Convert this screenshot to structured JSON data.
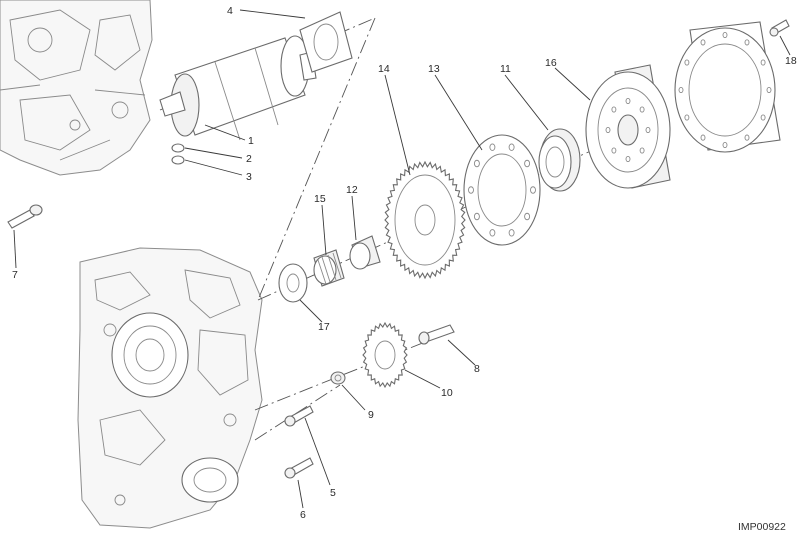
{
  "callouts": {
    "c1": "1",
    "c2": "2",
    "c3": "3",
    "c4": "4",
    "c5": "5",
    "c6": "6",
    "c7": "7",
    "c8": "8",
    "c9": "9",
    "c10": "10",
    "c11": "11",
    "c12": "12",
    "c13": "13",
    "c14": "14",
    "c15": "15",
    "c16": "16",
    "c17": "17",
    "c18": "18"
  },
  "drawing_code": "IMP00922"
}
